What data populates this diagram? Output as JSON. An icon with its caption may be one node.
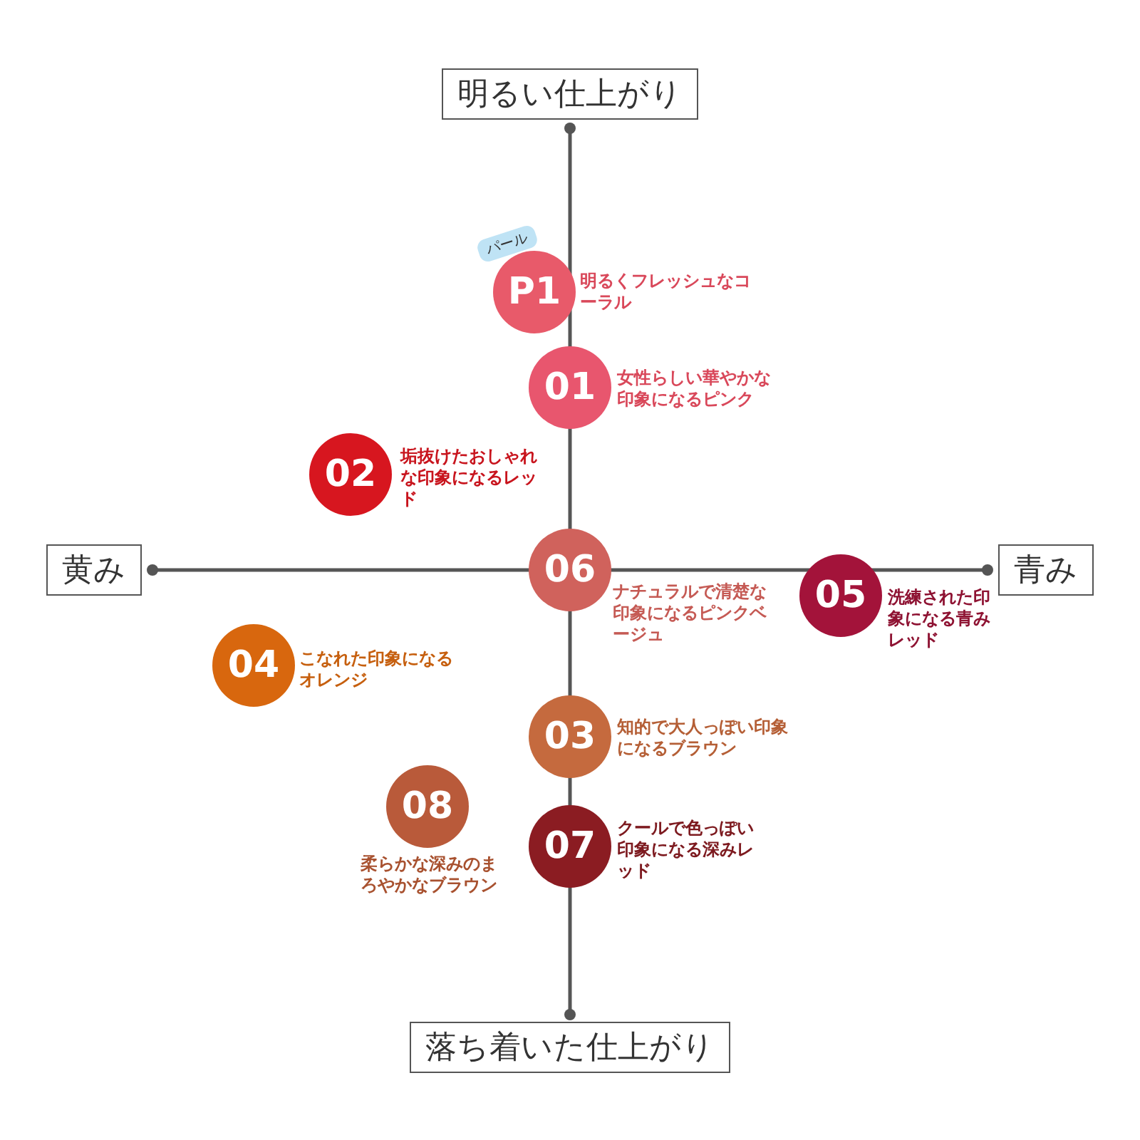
{
  "diagram": {
    "nodes": [
      {
        "text": [
          "明るい仕上がり"
        ]
      },
      {
        "text": [
          "黄み"
        ]
      },
      {
        "text": [
          "青み"
        ]
      },
      {
        "text": [
          "落ち着いた仕上がり"
        ]
      },
      {
        "text": [
          "P1",
          "明るくフレッシュなコーラル"
        ],
        "beside": [
          "パール"
        ]
      },
      {
        "text": [
          "01",
          "女性らしい華やかな印象になるピンク"
        ]
      },
      {
        "text": [
          "02",
          "垢抜けたおしゃれな印象になるレッド"
        ]
      },
      {
        "text": [
          "06",
          "ナチュラルで清楚な印象になるピンクベージュ"
        ]
      },
      {
        "text": [
          "05",
          "洗練された印象になる青みレッド"
        ]
      },
      {
        "text": [
          "04",
          "こなれた印象になるオレンジ"
        ]
      },
      {
        "text": [
          "03",
          "知的で大人っぽい印象になるブラウン"
        ]
      },
      {
        "text": [
          "08",
          "柔らかな深みのまろやかなブラウン"
        ]
      },
      {
        "text": [
          "07",
          "クールで色っぽい印象になる深みレッド"
        ]
      }
    ]
  }
}
